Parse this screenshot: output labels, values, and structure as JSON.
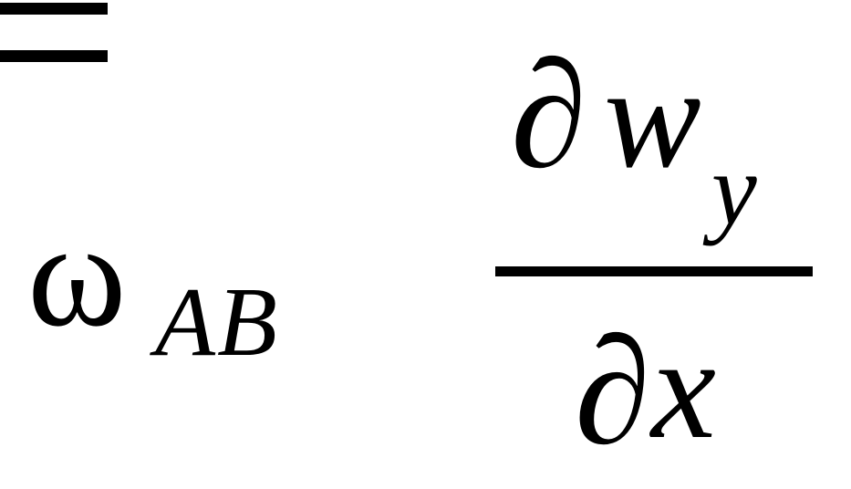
{
  "formula": {
    "lhs": {
      "symbol": "ω",
      "subscript": "AB"
    },
    "relation": "=",
    "rhs": {
      "numerator": {
        "operator": "∂",
        "variable": "w",
        "subscript": "y"
      },
      "denominator": {
        "operator": "∂",
        "variable": "x"
      }
    }
  }
}
